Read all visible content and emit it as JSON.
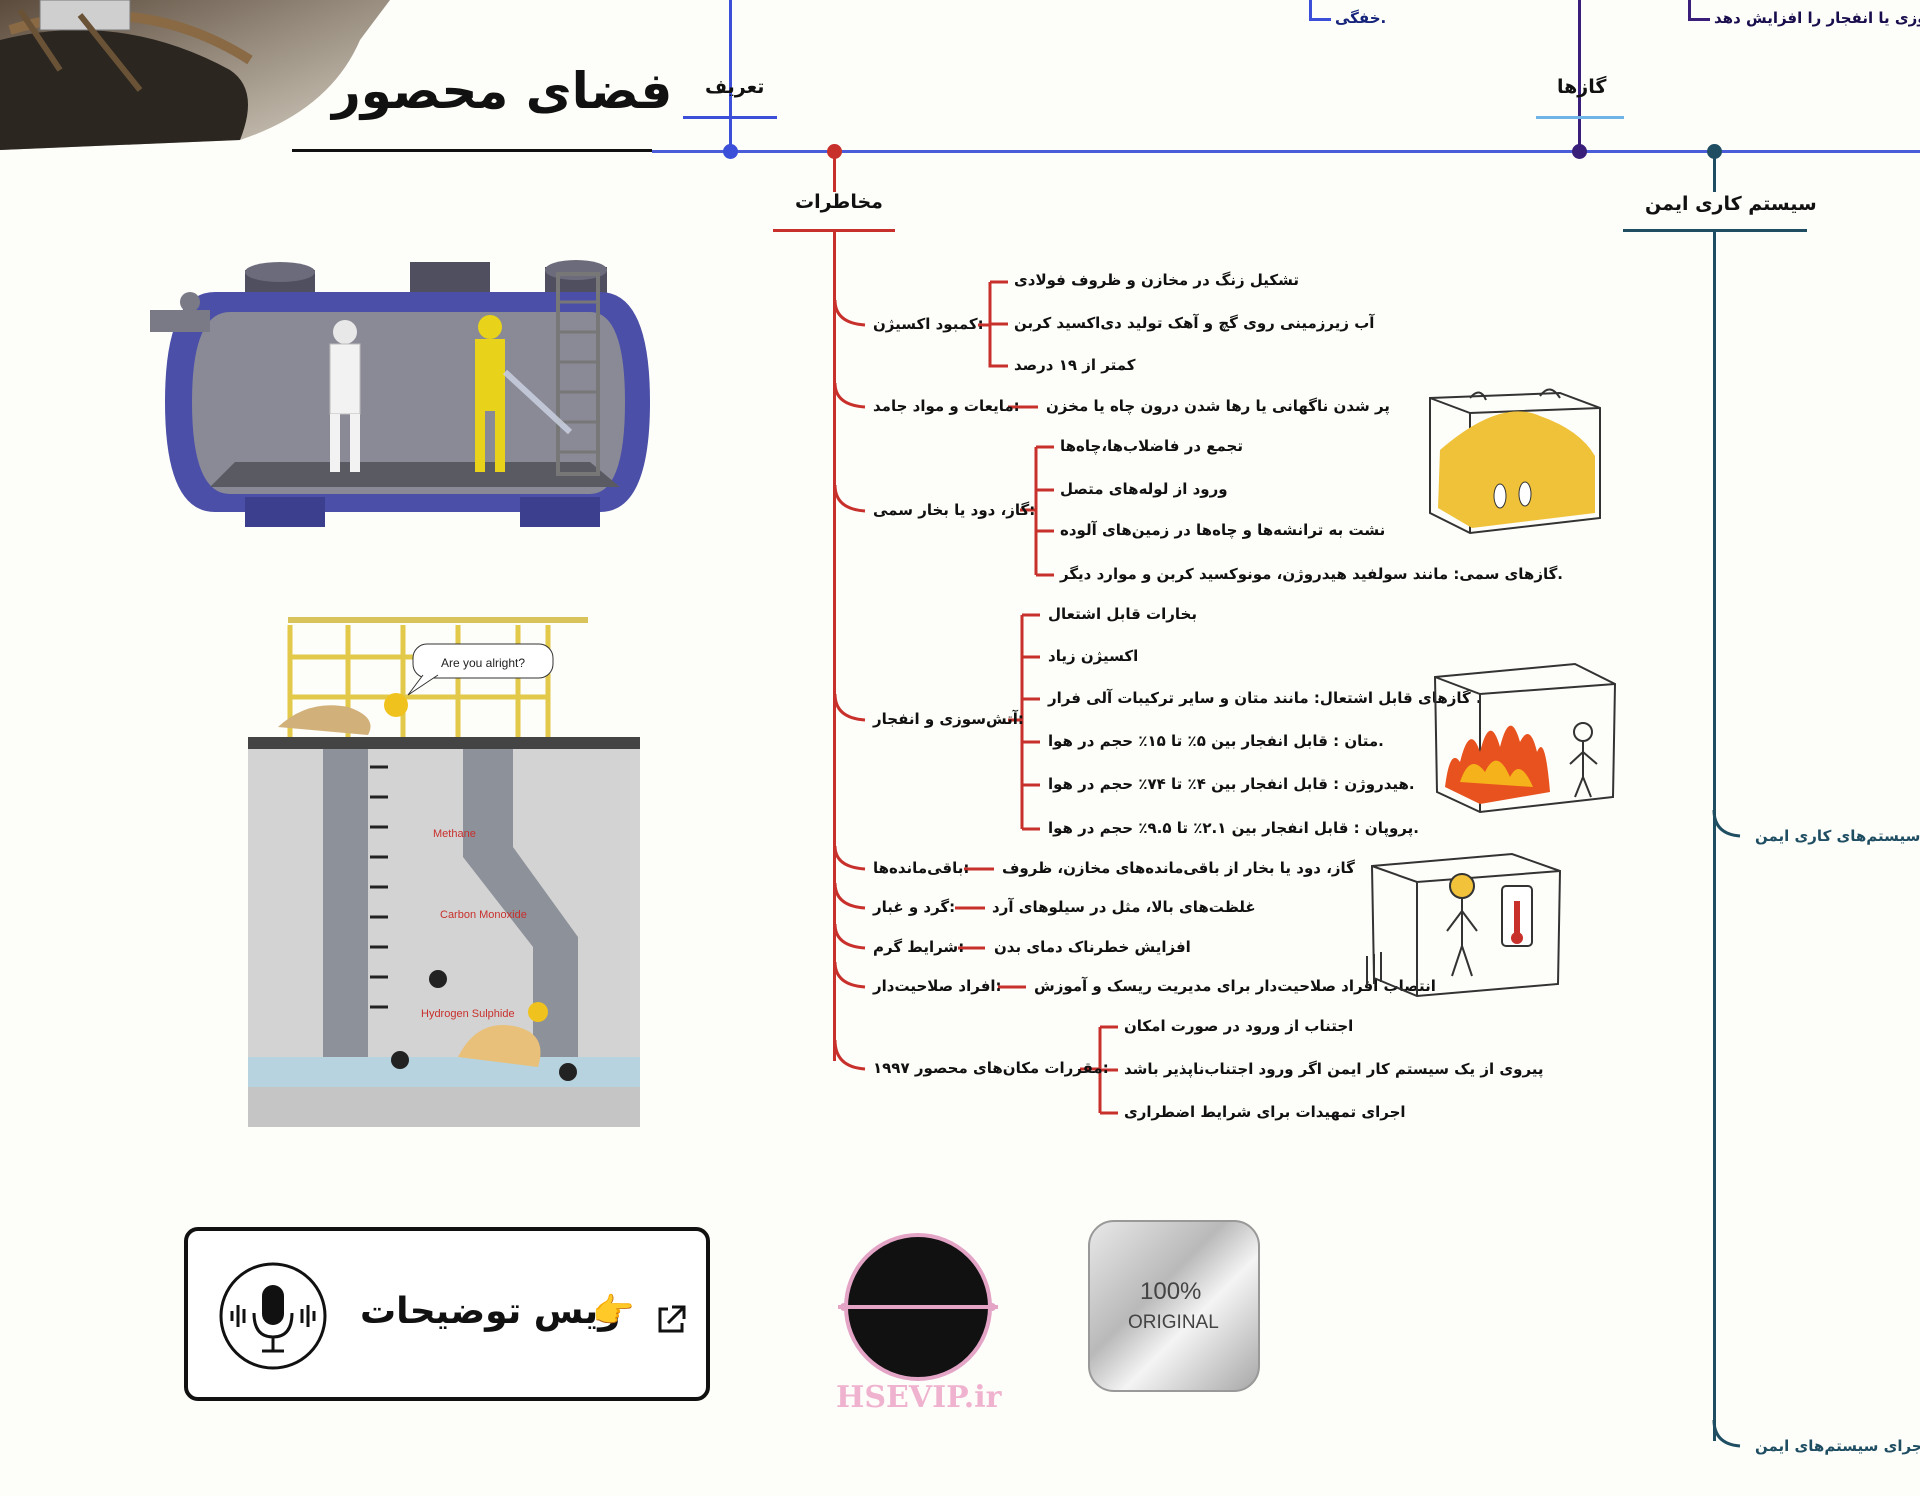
{
  "title": "فضای محصور",
  "branches": {
    "definition": {
      "label": "تعریف",
      "top_item": ".خفگی"
    },
    "gases": {
      "label": "گازها",
      "top_item": "آتش‌سوزی یا انفجار را افزایش دهد"
    },
    "hazards": {
      "label": "مخاطرات"
    },
    "safe_system": {
      "label": "سیستم کاری ایمن",
      "items": [
        "برای سیستم‌های کاری ایمن",
        "ه و اجرای سیستم‌های ایمن"
      ]
    }
  },
  "hazards": {
    "oxygen_deficiency": {
      "label": ":کمبود اکسیژن",
      "items": [
        "تشکیل زنگ در مخازن و ظروف فولادی",
        "آب زیرزمینی روی گچ و آهک تولید دی‌اکسید کربن",
        "کمتر از ۱۹ درصد"
      ]
    },
    "liquids_solids": {
      "label": ":مایعات و مواد جامد",
      "items": [
        "پر شدن ناگهانی یا رها شدن درون چاه یا مخزن"
      ]
    },
    "toxic_gas": {
      "label": ":گاز، دود یا بخار سمی",
      "items": [
        "تجمع در فاضلاب‌ها،چاه‌ها",
        "ورود از لوله‌های متصل",
        "نشت به ترانشه‌ها و چاه‌ها در زمین‌های آلوده",
        ".گازهای سمی: مانند سولفید هیدروژن، مونوکسید کربن  و موارد دیگر"
      ]
    },
    "fire_explosion": {
      "label": ":آتش‌سوزی و انفجار",
      "items": [
        "بخارات قابل اشتعال",
        "اکسیژن زیاد",
        ". گازهای قابل اشتعال: مانند متان  و سایر ترکیبات آلی فرار",
        ".متان : قابل انفجار بین ۵٪ تا ۱۵٪ حجم در هوا",
        ".هیدروژن : قابل انفجار بین ۴٪ تا ۷۴٪ حجم در هوا",
        ".پروپان : قابل انفجار بین ۲.۱٪ تا ۹.۵٪ حجم در هوا"
      ]
    },
    "residues": {
      "label": ":باقی‌مانده‌ها",
      "items": [
        "گاز، دود یا بخار از باقی‌مانده‌های مخازن، ظروف"
      ]
    },
    "dust": {
      "label": ":گرد و غبار",
      "items": [
        "غلظت‌های بالا، مثل در سیلوهای آرد"
      ]
    },
    "hot_conditions": {
      "label": ":شرایط گرم",
      "items": [
        "افزایش خطرناک دمای بدن"
      ]
    },
    "competent_persons": {
      "label": ":افراد صلاحیت‌دار",
      "items": [
        "انتصاب افراد صلاحیت‌دار برای مدیریت ریسک و آموزش"
      ]
    },
    "regulations": {
      "label": ":مقررات مکان‌های محصور ۱۹۹۷",
      "items": [
        "اجتناب از ورود در صورت امکان",
        "پیروی از یک سیستم کار ایمن اگر ورود اجتناب‌ناپذیر باشد",
        "اجرای تمهیدات برای شرایط اضطراری"
      ]
    }
  },
  "shaft_illustration": {
    "speech": "Are you alright?",
    "gas_labels": [
      "Methane",
      "Carbon Monoxide",
      "Hydrogen Sulphide"
    ]
  },
  "voice_card": {
    "label": "ویس توضیحات",
    "pointer": "👉"
  },
  "seal": {
    "line1": "100%",
    "line2": "ORIGINAL"
  },
  "watermark": "HSEVIP.ir",
  "colors": {
    "definition": "#3b4fd8",
    "gases": "#3a1f7a",
    "hazards": "#c8302c",
    "safe_system": "#1f4e63",
    "gases_underline": "#6fb4e6"
  }
}
